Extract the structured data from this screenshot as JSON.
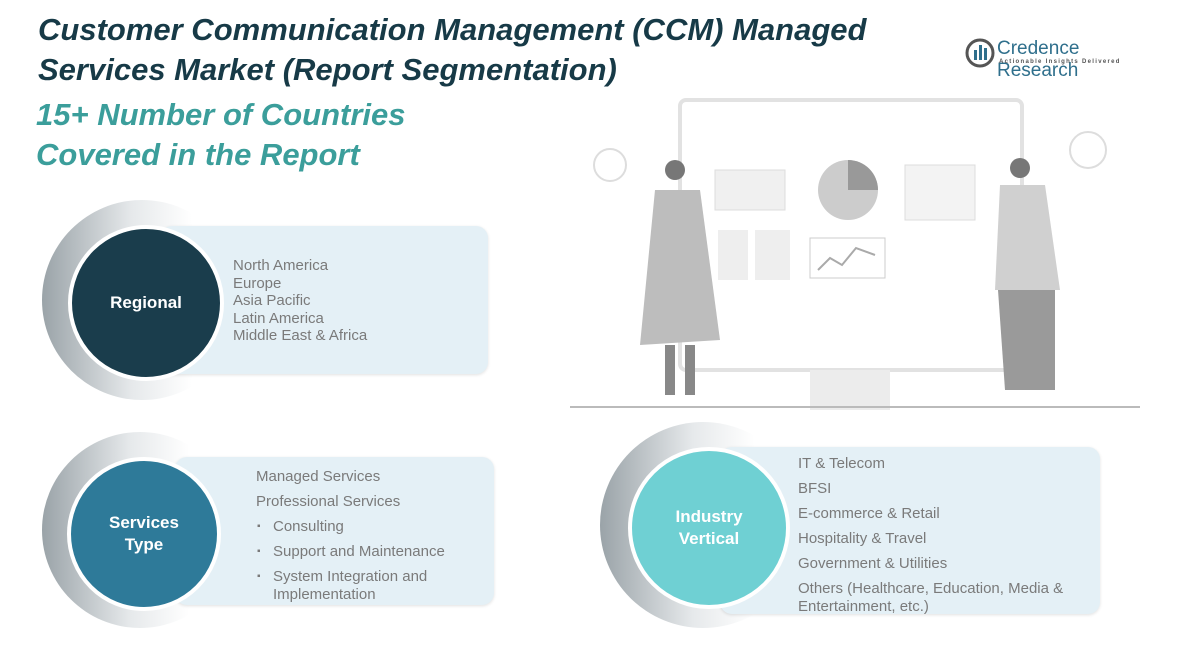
{
  "header": {
    "title_line1": "Customer Communication Management (CCM) Managed",
    "title_line2": "Services Market (Report Segmentation)",
    "subtitle_line1": "15+ Number of Countries",
    "subtitle_line2": "Covered in the Report"
  },
  "logo": {
    "name": "Credence Research",
    "tagline": "Actionable Insights Delivered"
  },
  "segments": {
    "regional": {
      "label": "Regional",
      "items": [
        "North America",
        "Europe",
        "Asia Pacific",
        "Latin America",
        "Middle East & Africa"
      ]
    },
    "services": {
      "label_line1": "Services",
      "label_line2": "Type",
      "items": [
        "Managed Services",
        "Professional  Services"
      ],
      "subitems": [
        "Consulting",
        "Support and Maintenance",
        "System Integration and",
        "Implementation"
      ]
    },
    "industry": {
      "label_line1": "Industry",
      "label_line2": "Vertical",
      "items": [
        "IT & Telecom",
        "BFSI",
        "E-commerce  & Retail",
        "Hospitality & Travel",
        "Government & Utilities",
        "Others (Healthcare, Education, Media &",
        "Entertainment, etc.)"
      ]
    }
  },
  "colors": {
    "regional": "#1a3d4c",
    "services": "#2e7a99",
    "industry": "#6fd0d3",
    "title": "#173a47",
    "subtitle": "#3b9e9b"
  }
}
